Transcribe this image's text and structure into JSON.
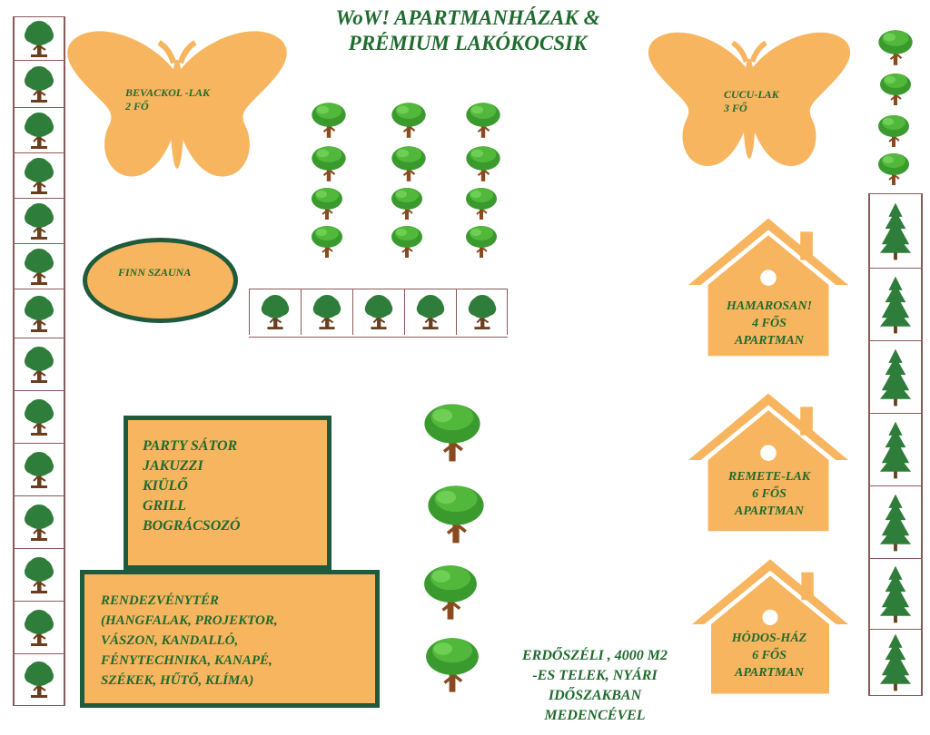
{
  "title": {
    "line1": "WoW! APARTMANHÁZAK &",
    "line2": "PRÉMIUM LAKÓKOCSIK"
  },
  "butterflies": [
    {
      "label_line1": "BEVACKOL -LAK",
      "label_line2": "2 FŐ"
    },
    {
      "label_line1": "CUCU-LAK",
      "label_line2": "3 FŐ"
    }
  ],
  "sauna": {
    "label": "FINN SZAUNA"
  },
  "party_box": {
    "lines": [
      "PARTY SÁTOR",
      "JAKUZZI",
      "KIÜLŐ",
      "GRILL",
      "BOGRÁCSOZÓ"
    ]
  },
  "event_box": {
    "lines": [
      "RENDEZVÉNYTÉR",
      "(HANGFALAK, PROJEKTOR,",
      "VÁSZON, KANDALLÓ,",
      "FÉNYTECHNIKA, KANAPÉ,",
      "SZÉKEK, HŰTŐ, KLÍMA)"
    ]
  },
  "houses": [
    {
      "line1": "HAMAROSAN!",
      "line2": "4 FŐS",
      "line3": "APARTMAN"
    },
    {
      "line1": "REMETE-LAK",
      "line2": "6 FŐS",
      "line3": "APARTMAN"
    },
    {
      "line1": "HÓDOS-HÁZ",
      "line2": "6 FŐS",
      "line3": "APARTMAN"
    }
  ],
  "plot_info": {
    "lines": [
      "ERDŐSZÉLI , 4000 M2",
      "-ES TELEK, NYÁRI",
      "IDŐSZAKBAN",
      "MEDENCÉVEL"
    ]
  },
  "colors": {
    "orange": "#f8b55f",
    "green": "#1f6b2e",
    "frame": "#8a5a58"
  }
}
